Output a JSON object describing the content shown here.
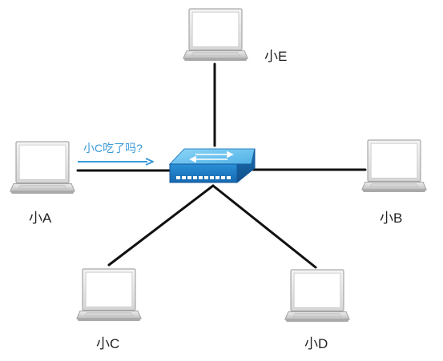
{
  "nodes": [
    {
      "id": "A",
      "label": "小A"
    },
    {
      "id": "B",
      "label": "小B"
    },
    {
      "id": "C",
      "label": "小C"
    },
    {
      "id": "D",
      "label": "小D"
    },
    {
      "id": "E",
      "label": "小E"
    }
  ],
  "message": {
    "text": "小C吃了吗?",
    "from": "A",
    "to": "switch"
  },
  "links": [
    {
      "from": "A",
      "to": "switch"
    },
    {
      "from": "B",
      "to": "switch"
    },
    {
      "from": "C",
      "to": "switch"
    },
    {
      "from": "D",
      "to": "switch"
    },
    {
      "from": "E",
      "to": "switch"
    }
  ],
  "colors": {
    "link": "#111111",
    "message": "#3a9ad9",
    "switch_top": "#6ec6f1",
    "switch_front": "#1e7fc9",
    "laptop_frame": "#b9b9b9"
  }
}
